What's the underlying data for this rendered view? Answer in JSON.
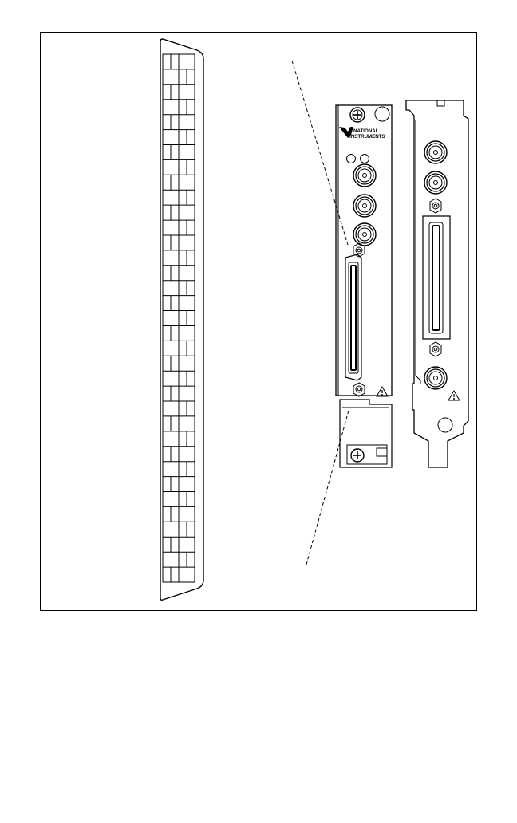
{
  "logo": {
    "brand_line1": "NATIONAL",
    "brand_line2": "INSTRUMENTS"
  },
  "connector": {
    "rows": 35,
    "columns": 2
  },
  "colors": {
    "line": "#000000",
    "background": "#ffffff"
  },
  "icons": [
    "warning-triangle-icon",
    "screw-icon",
    "bnc-connector-icon"
  ]
}
